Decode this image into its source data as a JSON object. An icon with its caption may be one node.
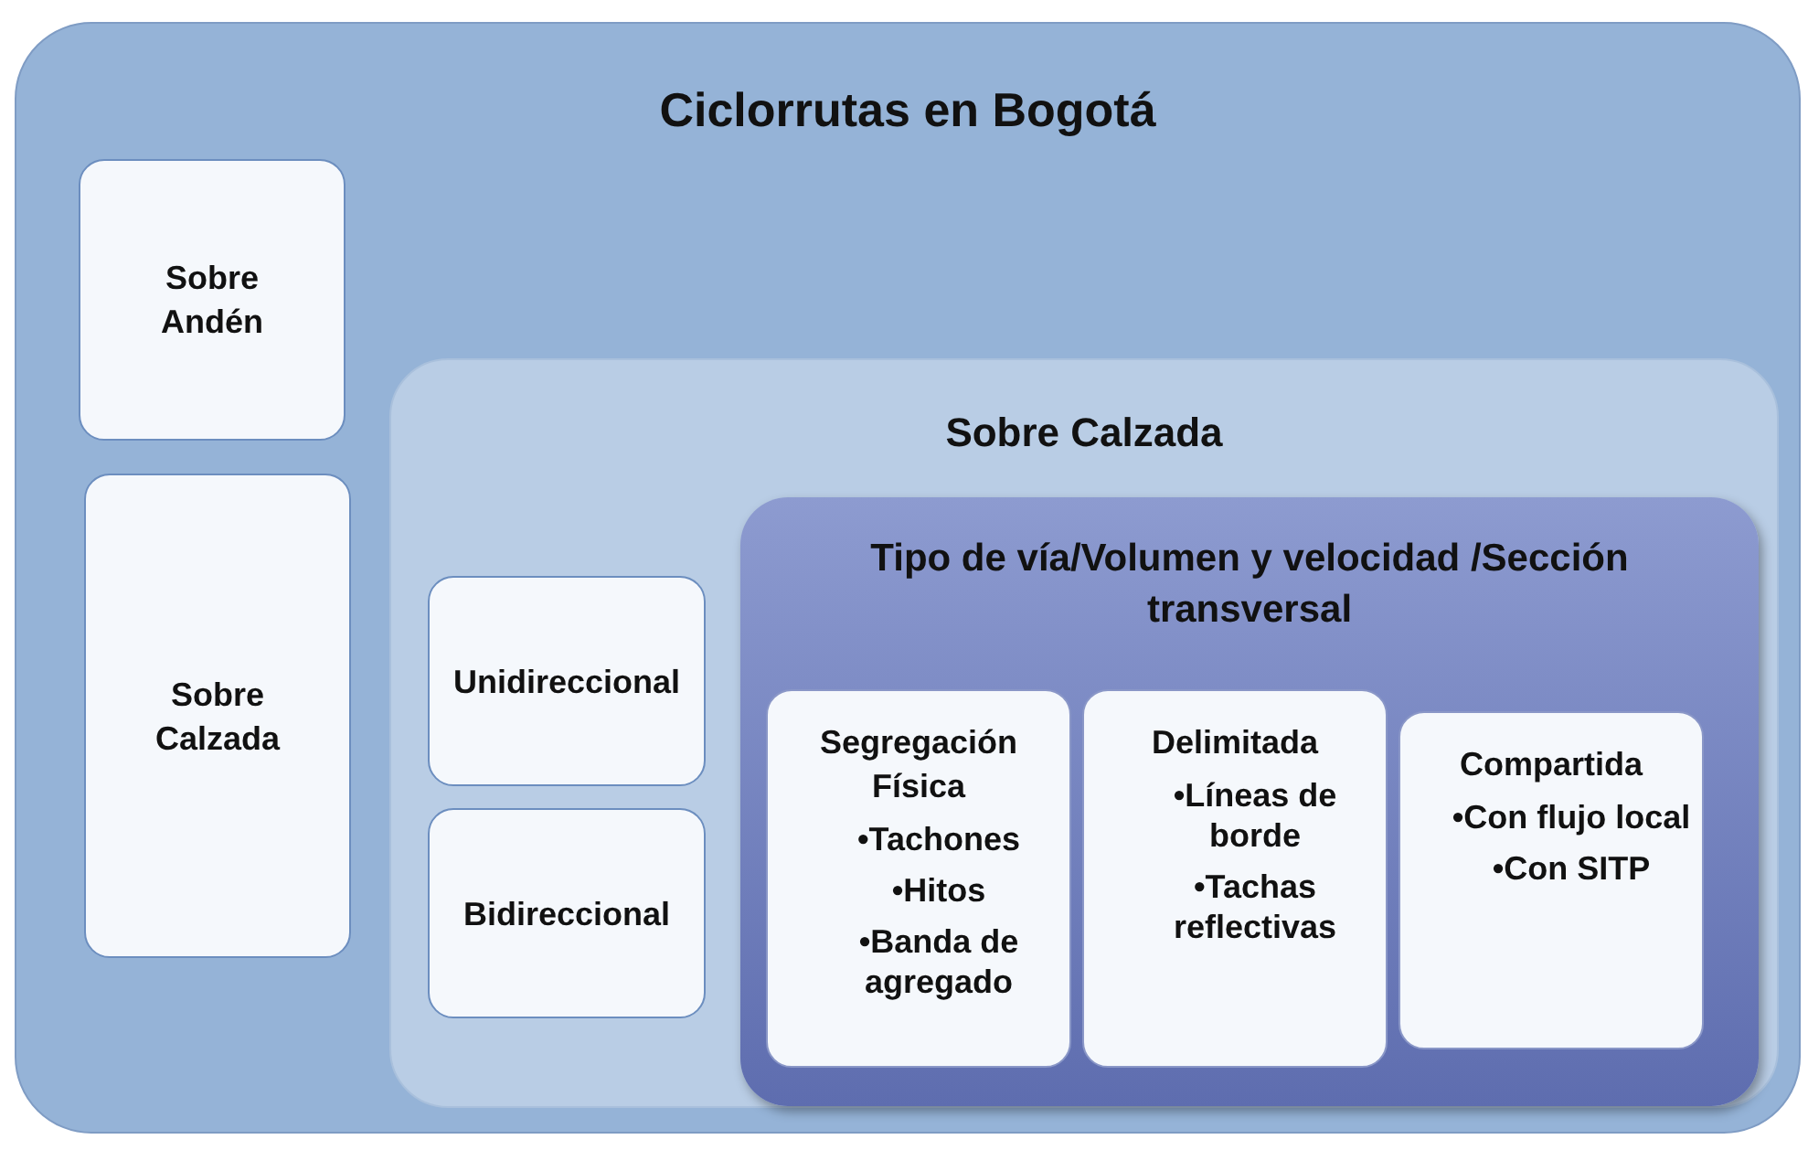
{
  "diagram": {
    "nodes": [
      {
        "text": [
          "Ciclorrutas en Bogotá"
        ]
      },
      {
        "text": [
          "Sobre Andén"
        ],
        "in": 0
      },
      {
        "text": [
          "Sobre Calzada"
        ],
        "in": 0
      },
      {
        "text": [
          "Sobre Calzada"
        ],
        "in": 0
      },
      {
        "text": [
          "Unidireccional"
        ],
        "in": 3
      },
      {
        "text": [
          "Bidireccional"
        ],
        "in": 3
      },
      {
        "text": [
          "Tipo de vía/Volumen y velocidad /Sección transversal"
        ],
        "in": 3
      },
      {
        "text": [
          "Segregación Física",
          "•Tachones",
          "•Hitos",
          "•Banda de agregado"
        ],
        "in": 6
      },
      {
        "text": [
          "Delimitada",
          "•Líneas de borde",
          "•Tachas reflectivas"
        ],
        "in": 6
      },
      {
        "text": [
          "Compartida",
          "•Con flujo local",
          "•Con SITP"
        ],
        "in": 6
      }
    ]
  }
}
